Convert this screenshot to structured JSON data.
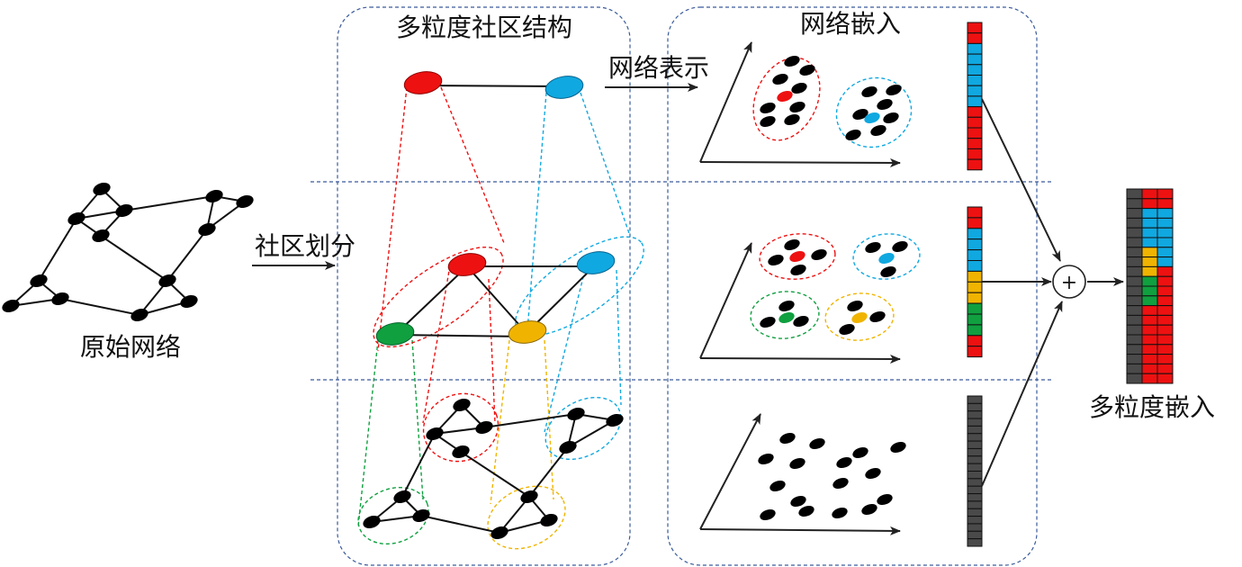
{
  "labels": {
    "original_network": "原始网络",
    "community_division": "社区划分",
    "multi_granularity_structure": "多粒度社区结构",
    "network_representation": "网络表示",
    "network_embedding": "网络嵌入",
    "multi_granularity_embedding": "多粒度嵌入",
    "plus_symbol": "+"
  },
  "colors": {
    "red": "#ee1111",
    "blue": "#10a8e0",
    "green": "#10a040",
    "yellow": "#f0b400",
    "gray": "#4a4a4a",
    "black": "#000000",
    "frame": "#3a5a9a"
  },
  "embedding_vectors": {
    "top": [
      "red",
      "red",
      "blue",
      "blue",
      "blue",
      "blue",
      "blue",
      "blue",
      "red",
      "red",
      "red",
      "red",
      "red",
      "red"
    ],
    "middle": [
      "red",
      "red",
      "blue",
      "blue",
      "blue",
      "blue",
      "yellow",
      "yellow",
      "yellow",
      "green",
      "green",
      "green",
      "red",
      "red"
    ],
    "bottom": [
      "gray",
      "gray",
      "gray",
      "gray",
      "gray",
      "gray",
      "gray",
      "gray",
      "gray",
      "gray",
      "gray",
      "gray",
      "gray",
      "gray",
      "gray",
      "gray",
      "gray",
      "gray",
      "gray",
      "gray"
    ]
  },
  "combined_embedding": {
    "col1": [
      "gray",
      "gray",
      "gray",
      "gray",
      "gray",
      "gray",
      "gray",
      "gray",
      "gray",
      "gray",
      "gray",
      "gray",
      "gray",
      "gray",
      "gray",
      "gray",
      "gray",
      "gray",
      "gray",
      "gray"
    ],
    "col2": [
      "red",
      "red",
      "blue",
      "blue",
      "blue",
      "blue",
      "yellow",
      "yellow",
      "yellow",
      "green",
      "green",
      "green",
      "red",
      "red",
      "red",
      "red",
      "red",
      "red",
      "red",
      "red"
    ],
    "col3": [
      "red",
      "red",
      "blue",
      "blue",
      "blue",
      "blue",
      "blue",
      "blue",
      "red",
      "red",
      "red",
      "red",
      "red",
      "red",
      "red",
      "red",
      "red",
      "red",
      "red",
      "red"
    ]
  }
}
